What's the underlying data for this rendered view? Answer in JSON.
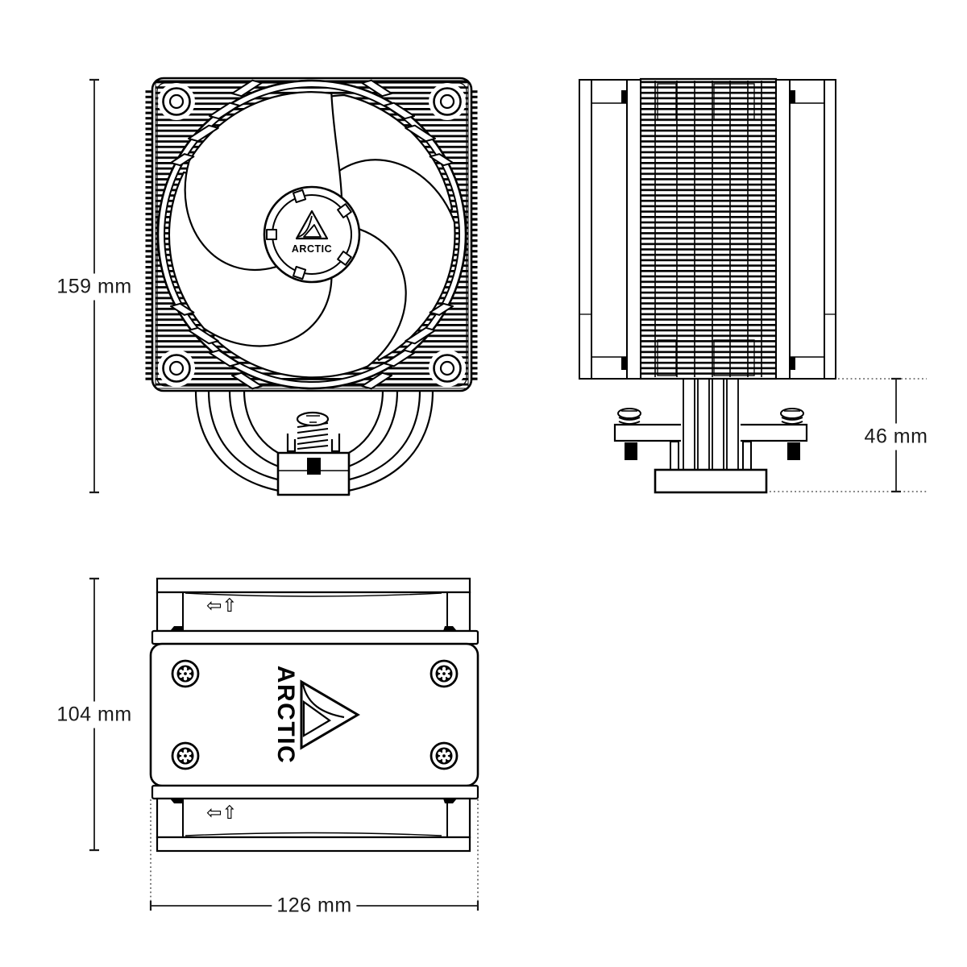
{
  "meta": {
    "description": "ARCTIC CPU air cooler technical dimension drawing with three orthographic views (front fan view, side heatsink view, top view)"
  },
  "dimensions": {
    "front_height": "159 mm",
    "side_base_height": "46 mm",
    "top_depth": "104 mm",
    "top_width": "126 mm"
  },
  "brand": {
    "fan_hub_label": "ARCTIC",
    "top_plate_label": "ARCTIC"
  },
  "icons": {
    "airflow_direction_arrows": "⇦⇧"
  },
  "colors": {
    "line": "#000000",
    "text": "#1b1b1b",
    "background": "#ffffff",
    "dotted_leader": "#555555"
  }
}
